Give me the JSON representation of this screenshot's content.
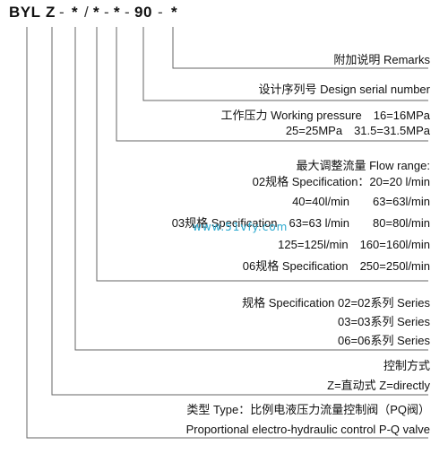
{
  "model_code": {
    "parts": [
      "BYL",
      "Z",
      "-",
      "*",
      "/",
      "*",
      "-",
      "*",
      "-",
      "90",
      "-",
      "*"
    ]
  },
  "labels": {
    "remarks": "附加说明 Remarks",
    "design_serial": "设计序列号 Design serial number",
    "pressure_line1": "工作压力 Working pressure　16=16MPa",
    "pressure_line2": "25=25MPa　31.5=31.5MPa",
    "flow_title": "最大调整流量 Flow range:",
    "flow_02_a": "02规格 Specification：20=20 l/min",
    "flow_02_b": "40=40l/min　　63=63l/min",
    "flow_03_a": "03规格 Specification　63=63 l/min　　80=80l/min",
    "flow_03_b": "125=125l/min　160=160l/min",
    "flow_06": "06规格 Specification　250=250l/min",
    "spec_a": "规格 Specification 02=02系列 Series",
    "spec_b": "03=03系列 Series",
    "spec_c": "06=06系列 Series",
    "control_title": "控制方式",
    "control_value": "Z=直动式 Z=directly",
    "type_a": "类型 Type：比例电液压力流量控制阀（PQ阀）",
    "type_b": "Proportional electro-hydraulic control P-Q valve"
  },
  "watermark": "www.51vfy.com",
  "colors": {
    "line": "#666666",
    "text": "#111111",
    "watermark": "#2aa9cf"
  }
}
